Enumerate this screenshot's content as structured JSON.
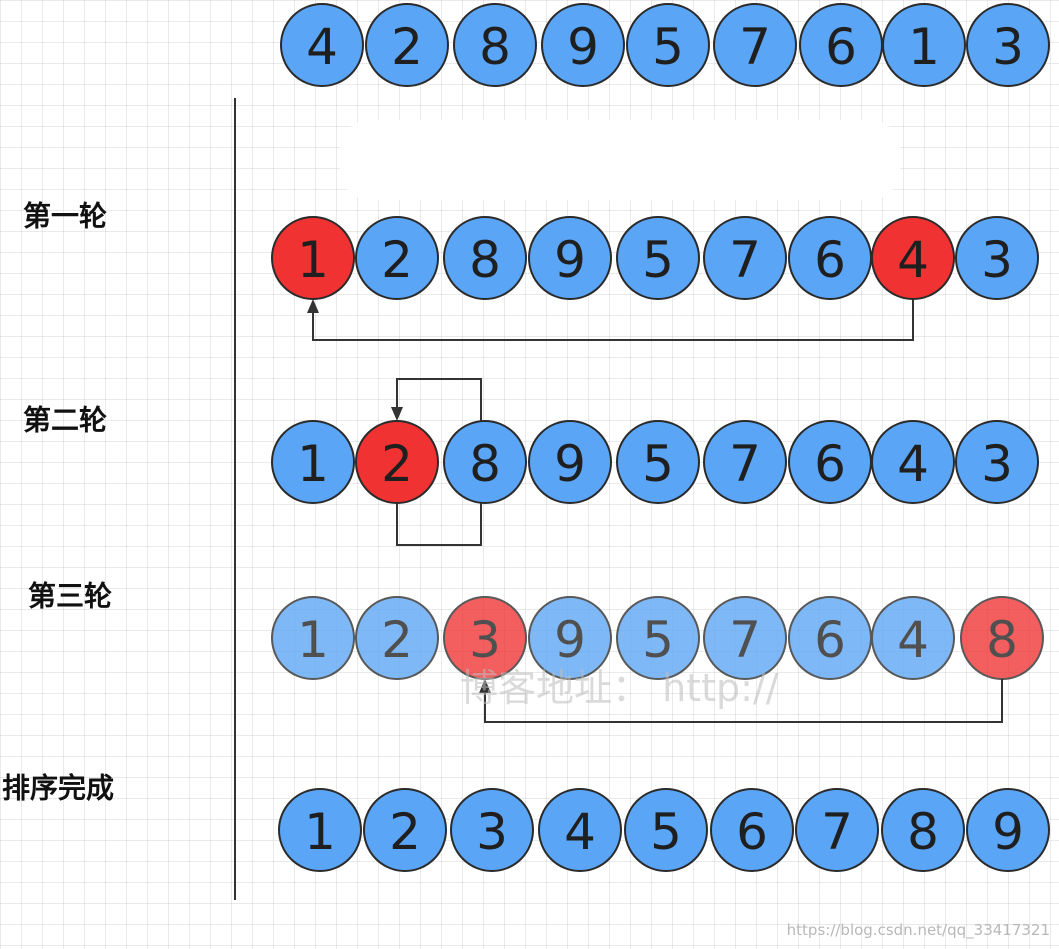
{
  "colors": {
    "blue": "#5aa5f6",
    "red": "#f03232",
    "outline": "#2b2b2b",
    "divider": "#333333"
  },
  "rows": [
    {
      "label": "",
      "values": [
        "4",
        "2",
        "8",
        "9",
        "5",
        "7",
        "6",
        "1",
        "3"
      ],
      "highlight": [],
      "faded": false
    },
    {
      "label": "第一轮",
      "values": [
        "1",
        "2",
        "8",
        "9",
        "5",
        "7",
        "6",
        "4",
        "3"
      ],
      "highlight": [
        0,
        7
      ],
      "faded": false
    },
    {
      "label": "第二轮",
      "values": [
        "1",
        "2",
        "8",
        "9",
        "5",
        "7",
        "6",
        "4",
        "3"
      ],
      "highlight": [
        1
      ],
      "faded": false
    },
    {
      "label": "第三轮",
      "values": [
        "1",
        "2",
        "3",
        "9",
        "5",
        "7",
        "6",
        "4",
        "8"
      ],
      "highlight": [
        2,
        8
      ],
      "faded": true
    },
    {
      "label": "排序完成",
      "values": [
        "1",
        "2",
        "3",
        "4",
        "5",
        "6",
        "7",
        "8",
        "9"
      ],
      "highlight": [],
      "faded": false
    }
  ],
  "swaps": [
    {
      "row": 1,
      "from": 7,
      "to": 0,
      "route": "below"
    },
    {
      "row": 2,
      "from": 1,
      "to": 1,
      "route": "loop"
    },
    {
      "row": 3,
      "from": 8,
      "to": 2,
      "route": "below"
    }
  ],
  "watermark": {
    "center_text": "博客地址： http://",
    "corner_text": "https://blog.csdn.net/qq_33417321"
  }
}
